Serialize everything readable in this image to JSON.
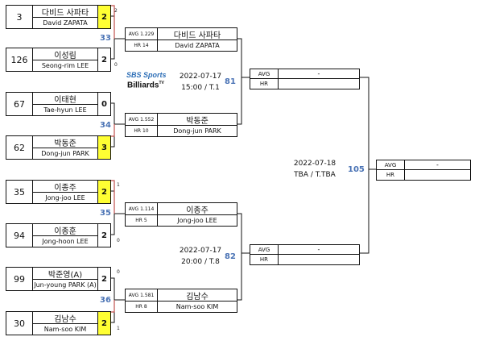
{
  "round1": [
    {
      "seed": "3",
      "name_kr": "다비드 사파타",
      "name_en": "David ZAPATA",
      "score": "2",
      "inning": "2",
      "winner": true
    },
    {
      "seed": "126",
      "name_kr": "이성림",
      "name_en": "Seong-rim LEE",
      "score": "2",
      "inning": "0",
      "winner": false
    },
    {
      "seed": "67",
      "name_kr": "이태현",
      "name_en": "Tae-hyun LEE",
      "score": "0",
      "inning": "",
      "winner": false
    },
    {
      "seed": "62",
      "name_kr": "박동준",
      "name_en": "Dong-jun PARK",
      "score": "3",
      "inning": "",
      "winner": true
    },
    {
      "seed": "35",
      "name_kr": "이종주",
      "name_en": "Jong-joo LEE",
      "score": "2",
      "inning": "1",
      "winner": true
    },
    {
      "seed": "94",
      "name_kr": "이종훈",
      "name_en": "Jong-hoon LEE",
      "score": "2",
      "inning": "0",
      "winner": false
    },
    {
      "seed": "99",
      "name_kr": "박준영(A)",
      "name_en": "Jun-young PARK (A)",
      "score": "2",
      "inning": "0",
      "winner": false
    },
    {
      "seed": "30",
      "name_kr": "김남수",
      "name_en": "Nam-soo KIM",
      "score": "2",
      "inning": "1",
      "winner": true
    }
  ],
  "round2": [
    {
      "match": "33",
      "avg": "AVG 1.229",
      "hr": "HR 14",
      "name_kr": "다비드 사파타",
      "name_en": "David ZAPATA"
    },
    {
      "match": "34",
      "avg": "AVG 1.552",
      "hr": "HR 10",
      "name_kr": "박동준",
      "name_en": "Dong-jun PARK"
    },
    {
      "match": "35",
      "avg": "AVG 1.114",
      "hr": "HR 5",
      "name_kr": "이종주",
      "name_en": "Jong-joo LEE"
    },
    {
      "match": "36",
      "avg": "AVG 1.581",
      "hr": "HR 8",
      "name_kr": "김남수",
      "name_en": "Nam-soo KIM"
    }
  ],
  "semis": [
    {
      "match": "81",
      "avg_label": "AVG",
      "hr_label": "HR",
      "value": "-"
    },
    {
      "match": "82",
      "avg_label": "AVG",
      "hr_label": "HR",
      "value": "-"
    }
  ],
  "final": {
    "match": "105",
    "avg_label": "AVG",
    "hr_label": "HR",
    "value": "-"
  },
  "schedule": [
    {
      "date": "2022-07-17",
      "detail": "15:00 / T.1"
    },
    {
      "date": "2022-07-17",
      "detail": "20:00 / T.8"
    },
    {
      "date": "2022-07-18",
      "detail": "TBA / T.TBA"
    }
  ],
  "logo": {
    "line1": "SBS Sports",
    "line2": "Billiards",
    "tv": "TV"
  },
  "colors": {
    "bracket_line": "#111111",
    "win_line": "#c0504d",
    "winner_fill": "#ffff33",
    "match_number": "#4a73b5"
  }
}
